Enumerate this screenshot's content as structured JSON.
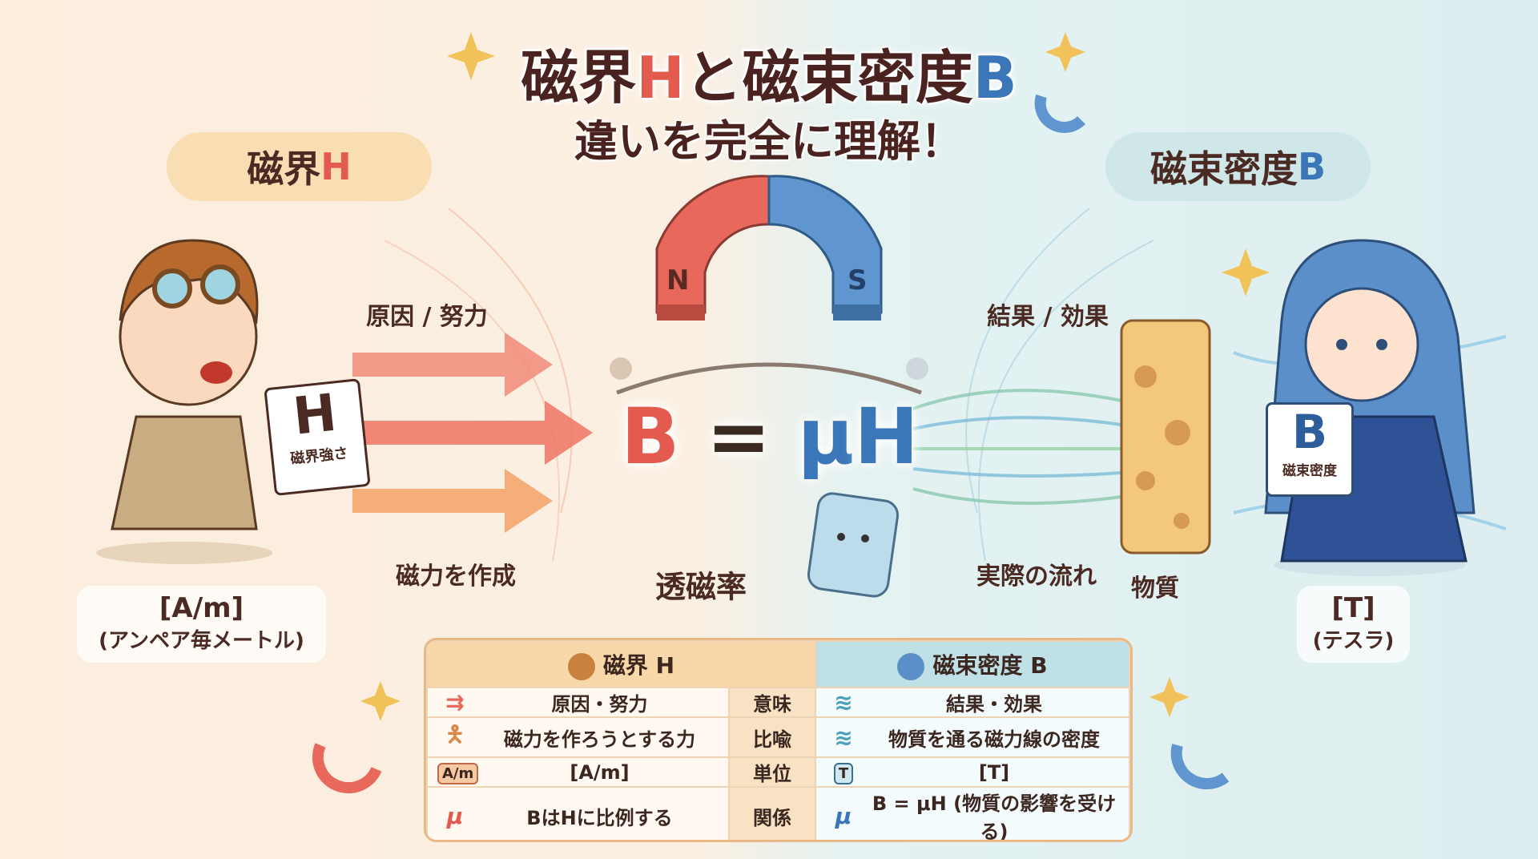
{
  "title": {
    "line1_a": "磁界",
    "line1_h": "H",
    "line1_b": "と磁束密度",
    "line1_bb": "B",
    "line2": "違いを完全に理解！"
  },
  "pills": {
    "h_text": "磁界",
    "h_letter": "H",
    "b_text": "磁束密度",
    "b_letter": "B"
  },
  "magnet": {
    "n": "N",
    "s": "S"
  },
  "labels": {
    "cause": "原因 / 努力",
    "create": "磁力を作成",
    "permeability": "透磁率",
    "result": "結果 / 効果",
    "flow": "実際の流れ",
    "material": "物質"
  },
  "equation": {
    "b": "B",
    "eq": " = ",
    "mu": "μ",
    "h": "H"
  },
  "cards": {
    "h_letter": "H",
    "h_caption": "磁界強さ",
    "b_letter": "B",
    "b_caption": "磁束密度"
  },
  "units": {
    "h_unit": "[A/m]",
    "h_sub": "(アンペア毎メートル)",
    "b_unit": "[T]",
    "b_sub": "(テスラ)"
  },
  "table": {
    "header_h": "磁界 H",
    "header_b": "磁束密度 B",
    "rows": [
      {
        "h": "原因・努力",
        "label": "意味",
        "b": "結果・効果"
      },
      {
        "h": "磁力を作ろうとする力",
        "label": "比喩",
        "b": "物質を通る磁力線の密度"
      },
      {
        "h": "[A/m]",
        "label": "単位",
        "b": "[T]",
        "h_tag": "A/m",
        "b_tag": "T"
      },
      {
        "h": "BはHに比例する",
        "label": "関係",
        "b": "B = μH (物質の影響を受ける)",
        "mu": "μ"
      }
    ]
  },
  "colors": {
    "h_red": "#e35a4e",
    "b_blue": "#3b77b8"
  }
}
